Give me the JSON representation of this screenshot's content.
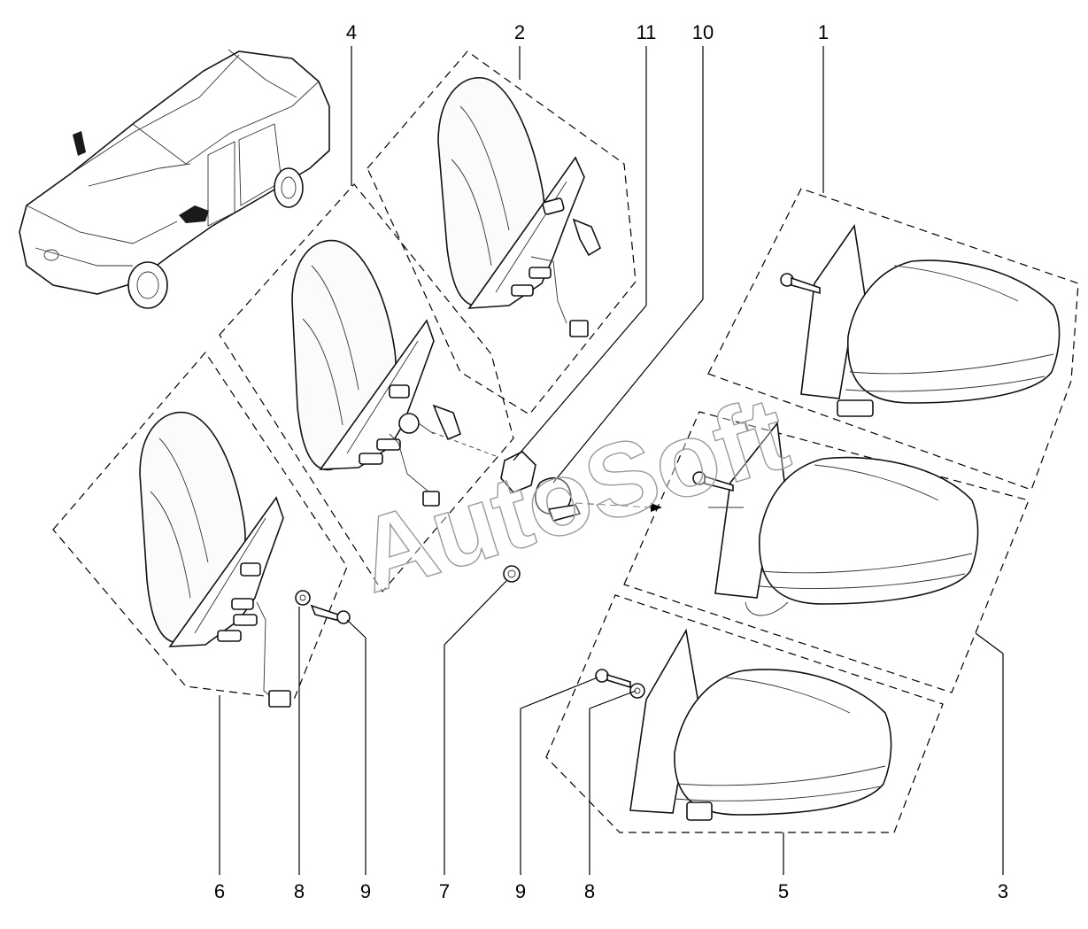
{
  "watermark": "AutoSoft",
  "callouts": {
    "c1": "1",
    "c2": "2",
    "c3": "3",
    "c4": "4",
    "c5": "5",
    "c6": "6",
    "c7": "7",
    "c8_left": "8",
    "c8_right": "8",
    "c9_left": "9",
    "c9_right": "9",
    "c10": "10",
    "c11": "11"
  },
  "colors": {
    "line": "#000000",
    "background": "#ffffff",
    "highlight": "#1a1a1a",
    "watermark_stroke": "#9a9a9a"
  }
}
